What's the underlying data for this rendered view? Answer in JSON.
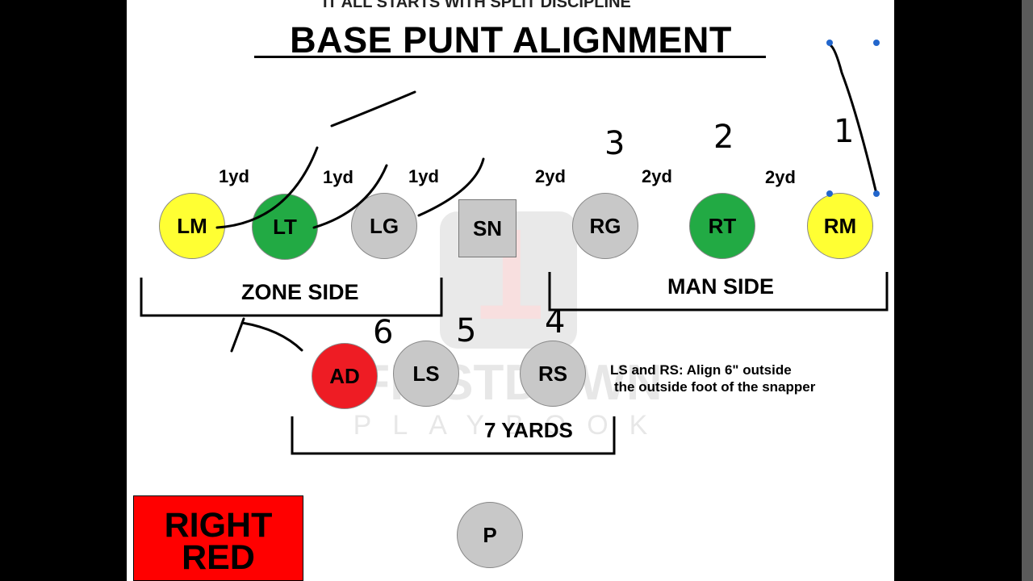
{
  "header": {
    "supertitle": "IT ALL STARTS WITH SPLIT DISCIPLINE",
    "title": "BASE PUNT ALIGNMENT"
  },
  "colors": {
    "yellow": "#ffff33",
    "green": "#22aa44",
    "gray": "#c8c8c8",
    "red": "#ee1c24",
    "badge_red": "#ff0000"
  },
  "splits": [
    "1yd",
    "1yd",
    "1yd",
    "2yd",
    "2yd",
    "2yd"
  ],
  "players": {
    "lm": "LM",
    "lt": "LT",
    "lg": "LG",
    "sn": "SN",
    "rg": "RG",
    "rt": "RT",
    "rm": "RM",
    "ad": "AD",
    "ls": "LS",
    "rs": "RS",
    "p": "P"
  },
  "labels": {
    "zone_side": "ZONE SIDE",
    "man_side": "MAN SIDE",
    "yards": "7 YARDS",
    "note_line1": "LS and RS: Align 6\" outside",
    "note_line2": "the outside foot of the snapper"
  },
  "badge": {
    "line1": "RIGHT",
    "line2": "RED"
  },
  "annotations": {
    "one": "1",
    "two": "2",
    "three": "3",
    "four": "4",
    "five": "5",
    "six": "6"
  },
  "watermark": {
    "brand_line1": "FIRSTDOWN",
    "brand_line2": "PLAYBOOK"
  }
}
